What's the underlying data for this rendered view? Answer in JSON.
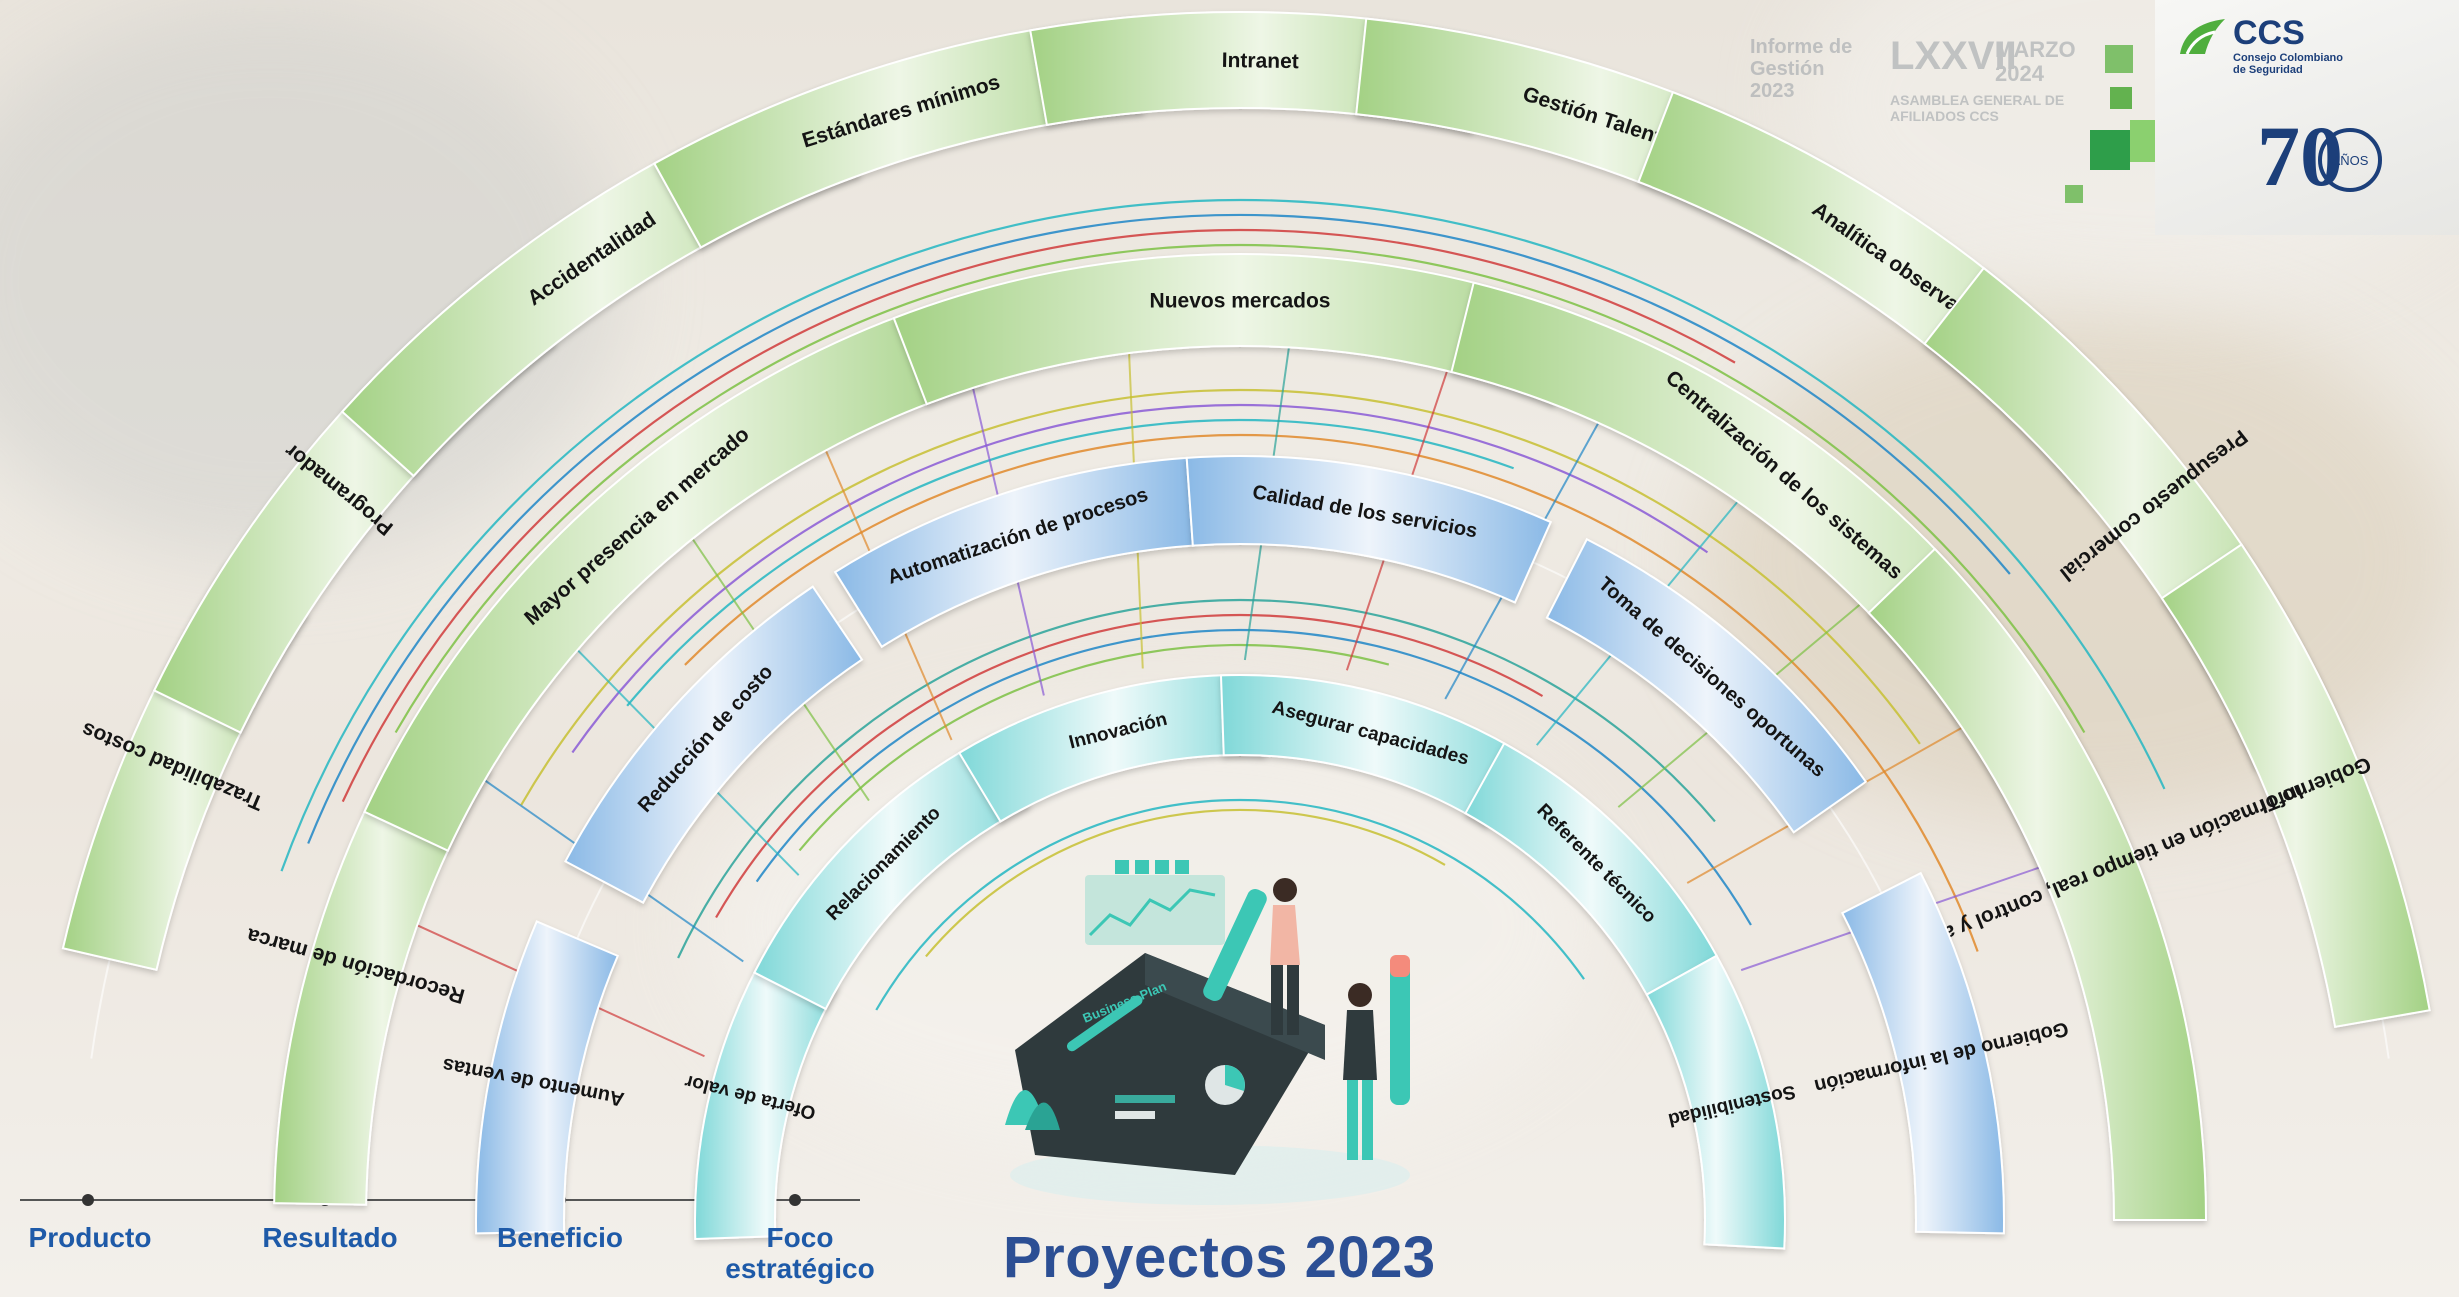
{
  "title": "Proyectos 2023",
  "axis": [
    {
      "id": "producto",
      "label": "Producto"
    },
    {
      "id": "resultado",
      "label": "Resultado"
    },
    {
      "id": "beneficio",
      "label": "Beneficio"
    },
    {
      "id": "foco",
      "label": "Foco estratégico"
    }
  ],
  "report": {
    "line1": "Informe de Gestión 2023",
    "assembly": "LXXVII",
    "date": "MARZO 2024",
    "line2": "ASAMBLEA GENERAL DE AFILIADOS CCS"
  },
  "logo": {
    "name": "CCS",
    "subtitle": "Consejo Colombiano de Seguridad",
    "anniversary_number": "70",
    "anniversary_word": "AÑOS"
  },
  "illustration": {
    "sign": "Business Plan"
  },
  "colors": {
    "green": "#a8d58a",
    "blue": "#8fbde8",
    "teal": "#86dcdc",
    "title": "#2c4f94",
    "axis_label": "#1e5aa8"
  },
  "boxes": [
    {
      "id": "trazabilidad",
      "level": "producto",
      "label": "Trazabilidad costos",
      "color": "green"
    },
    {
      "id": "programador",
      "level": "producto",
      "label": "Programador",
      "color": "green"
    },
    {
      "id": "accidentalidad",
      "level": "producto",
      "label": "Accidentalidad",
      "color": "green"
    },
    {
      "id": "estandares",
      "level": "producto",
      "label": "Estándares mínimos",
      "color": "green"
    },
    {
      "id": "intranet",
      "level": "producto",
      "label": "Intranet",
      "color": "green"
    },
    {
      "id": "gestion-talento",
      "level": "producto",
      "label": "Gestión Talento",
      "color": "green"
    },
    {
      "id": "analitica",
      "level": "producto",
      "label": "Analítica observatorio",
      "color": "green"
    },
    {
      "id": "presupuesto",
      "level": "producto",
      "label": "Presupuesto comercial",
      "color": "green"
    },
    {
      "id": "gobierno-ti",
      "level": "producto",
      "label": "Gobierno TI",
      "color": "green"
    },
    {
      "id": "recordacion",
      "level": "resultado",
      "label": "Recordación de marca",
      "color": "green"
    },
    {
      "id": "presencia",
      "level": "resultado",
      "label": "Mayor presencia en mercado",
      "color": "green"
    },
    {
      "id": "nuevos-mercados",
      "level": "resultado",
      "label": "Nuevos mercados",
      "color": "green"
    },
    {
      "id": "centralizacion",
      "level": "resultado",
      "label": "Centralización de los sistemas de información",
      "color": "green"
    },
    {
      "id": "informacion-tiempo-real",
      "level": "resultado",
      "label": "Información en tiempo real, control y análisis",
      "color": "green"
    },
    {
      "id": "aumento-ventas",
      "level": "beneficio",
      "label": "Aumento de ventas",
      "color": "blue"
    },
    {
      "id": "reduccion-costo",
      "level": "beneficio",
      "label": "Reducción de costo",
      "color": "blue"
    },
    {
      "id": "automatizacion",
      "level": "beneficio",
      "label": "Automatización de procesos",
      "color": "blue"
    },
    {
      "id": "calidad",
      "level": "beneficio",
      "label": "Calidad de los servicios",
      "color": "blue"
    },
    {
      "id": "toma-decisiones",
      "level": "beneficio",
      "label": "Toma de decisiones oportunas",
      "color": "blue"
    },
    {
      "id": "gobierno-info",
      "level": "beneficio",
      "label": "Gobierno de la información",
      "color": "blue"
    },
    {
      "id": "oferta-valor",
      "level": "foco",
      "label": "Oferta de valor",
      "color": "teal"
    },
    {
      "id": "relacionamiento",
      "level": "foco",
      "label": "Relacionamiento",
      "color": "teal"
    },
    {
      "id": "innovacion",
      "level": "foco",
      "label": "Innovación",
      "color": "teal"
    },
    {
      "id": "asegurar",
      "level": "foco",
      "label": "Asegurar capacidades",
      "color": "teal"
    },
    {
      "id": "referente",
      "level": "foco",
      "label": "Referente técnico",
      "color": "teal"
    },
    {
      "id": "sostenibilidad",
      "level": "foco",
      "label": "Sostenibilidad",
      "color": "teal"
    }
  ]
}
